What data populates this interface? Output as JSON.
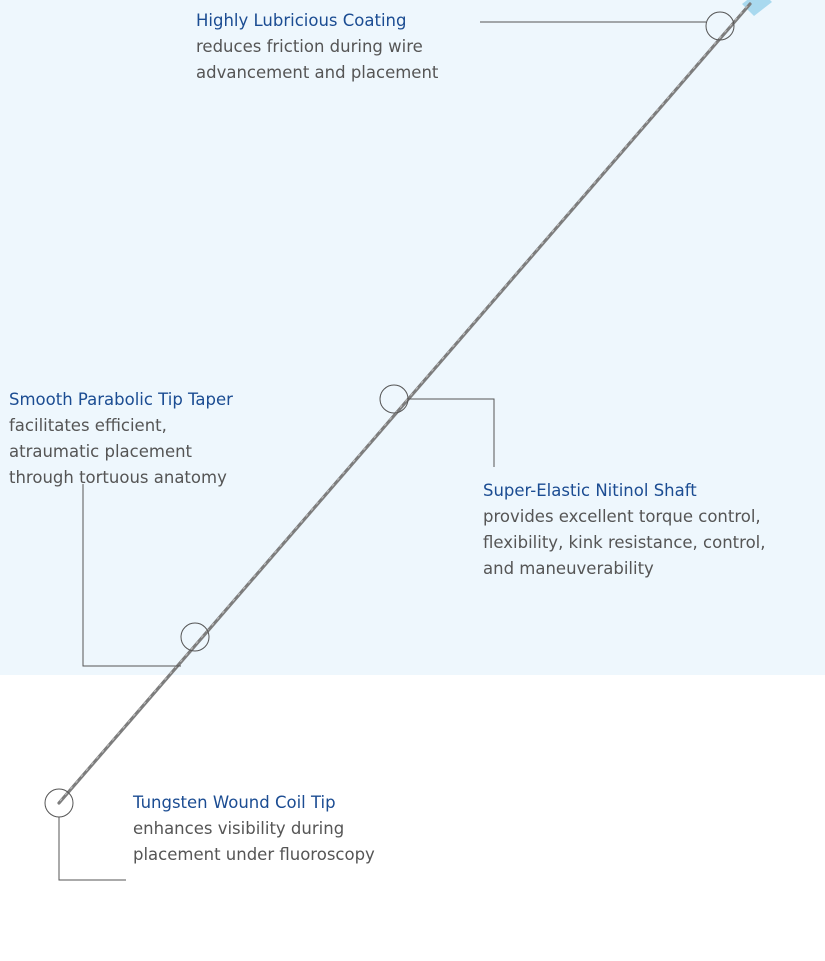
{
  "callouts": {
    "coating": {
      "title": "Highly Lubricious Coating",
      "description": "reduces friction during wire\nadvancement and placement"
    },
    "taper": {
      "title": "Smooth Parabolic Tip Taper",
      "description": "facilitates efficient,\natraumatic placement\nthrough tortuous anatomy"
    },
    "shaft": {
      "title": "Super-Elastic Nitinol Shaft",
      "description": "provides excellent torque control,\nflexibility, kink resistance, control,\nand maneuverability"
    },
    "tip": {
      "title": "Tungsten Wound Coil Tip",
      "description": "enhances visibility during\nplacement under fluoroscopy"
    }
  },
  "colors": {
    "background_band": "#eef7fd",
    "title": "#1b4c92",
    "body_text": "#555555",
    "wire": "#8a8a8a",
    "connector": "#555555",
    "hub": "#a9d9ef"
  }
}
